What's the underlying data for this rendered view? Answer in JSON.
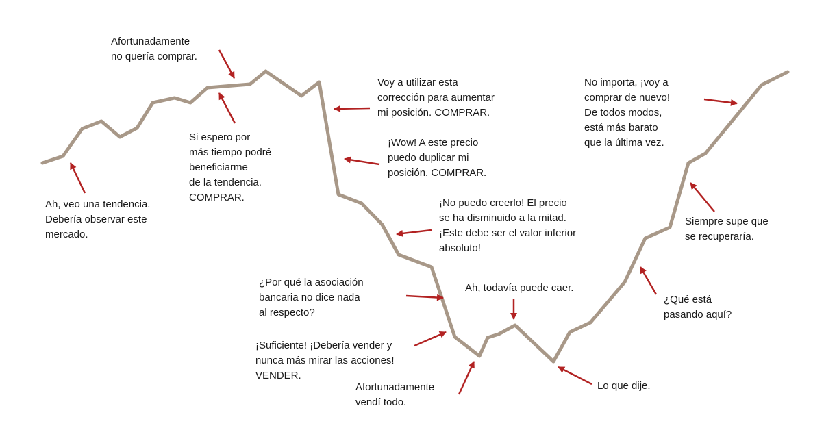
{
  "colors": {
    "line": "#a89888",
    "arrow": "#b22222",
    "text": "#1a1a1a",
    "background": "#ffffff"
  },
  "annotations": [
    {
      "id": "tendencia",
      "lines": [
        "Ah, veo una tendencia.",
        "Debería observar este",
        "mercado."
      ]
    },
    {
      "id": "afortunadamente-no-compra",
      "lines": [
        "Afortunadamente",
        "no quería comprar."
      ]
    },
    {
      "id": "si-espero",
      "lines": [
        "Si espero por",
        "más tiempo podré",
        "beneficiarme",
        "de la tendencia.",
        "COMPRAR."
      ]
    },
    {
      "id": "correccion",
      "lines": [
        "Voy a utilizar esta",
        "corrección para aumentar",
        "mi posición. COMPRAR."
      ]
    },
    {
      "id": "wow",
      "lines": [
        "¡Wow! A este precio",
        "puedo duplicar mi",
        "posición. COMPRAR."
      ]
    },
    {
      "id": "no-puedo-creerlo",
      "lines": [
        "¡No puedo creerlo! El precio",
        "se ha disminuido a la mitad.",
        "¡Este debe ser el valor inferior",
        "absoluto!"
      ]
    },
    {
      "id": "asociacion",
      "lines": [
        "¿Por qué la asociación",
        "bancaria no dice nada",
        "al respecto?"
      ]
    },
    {
      "id": "suficiente",
      "lines": [
        "¡Suficiente! ¡Debería vender y",
        "nunca más mirar las acciones!",
        "VENDER."
      ]
    },
    {
      "id": "vendi-todo",
      "lines": [
        "Afortunadamente",
        "vendí todo."
      ]
    },
    {
      "id": "todavia-caer",
      "lines": [
        "Ah, todavía puede caer."
      ]
    },
    {
      "id": "lo-que-dije",
      "lines": [
        "Lo que dije."
      ]
    },
    {
      "id": "que-esta-pasando",
      "lines": [
        "¿Qué está",
        "pasando aquí?"
      ]
    },
    {
      "id": "siempre-supe",
      "lines": [
        "Siempre supe que",
        "se recuperaría."
      ]
    },
    {
      "id": "no-importa",
      "lines": [
        "No importa, ¡voy a",
        "comprar de nuevo!",
        "De todos modos,",
        "está más barato",
        "que la última vez."
      ]
    }
  ]
}
